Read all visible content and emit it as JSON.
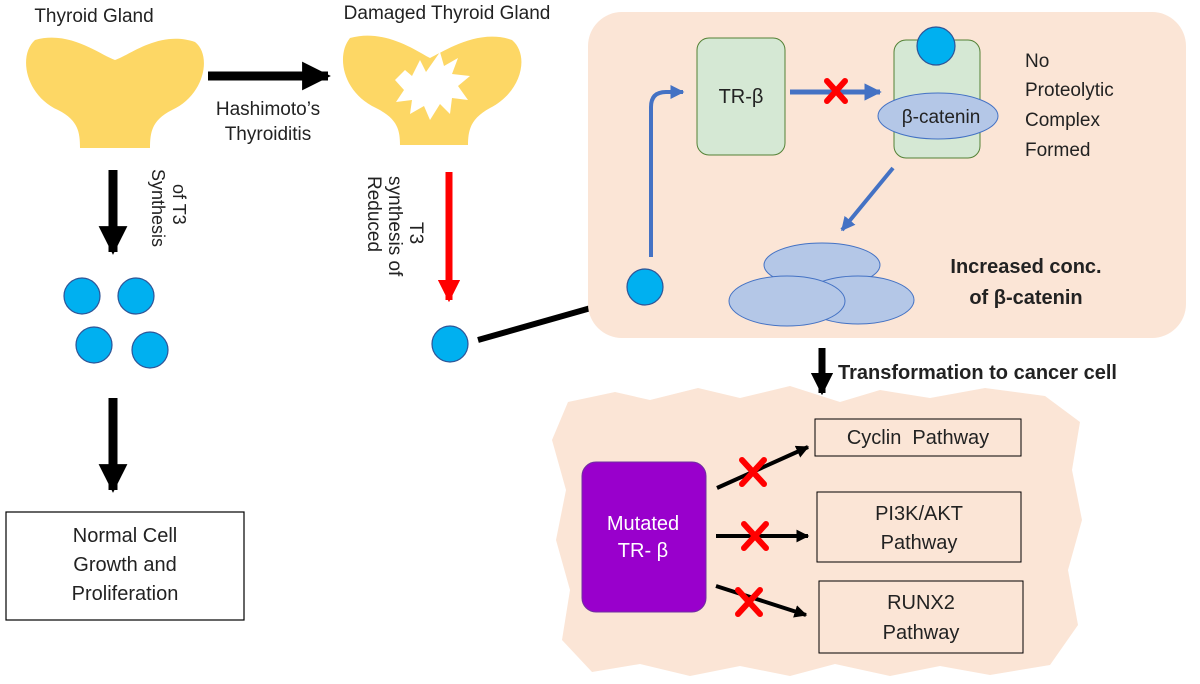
{
  "left": {
    "thyroid_title": "Thyroid Gland",
    "synthesis_line1": "Synthesis",
    "synthesis_line2": "of T3",
    "outcome_lines": [
      "Normal Cell",
      "Growth and",
      "Proliferation"
    ]
  },
  "middle": {
    "damaged_title": "Damaged Thyroid Gland",
    "hashimoto_line1": "Hashimoto’s",
    "hashimoto_line2": "Thyroiditis",
    "reduced_lines": [
      "Reduced",
      "synthesis of",
      "T3"
    ]
  },
  "top_panel": {
    "tr_beta_label": "TR-β",
    "beta_catenin_label": "β-catenin",
    "no_complex_lines": [
      "No",
      "Proteolytic",
      "Complex",
      "Formed"
    ],
    "increased_lines": [
      "Increased conc.",
      "of β-catenin"
    ]
  },
  "transformation_label": "Transformation to cancer cell",
  "cancer_cell": {
    "mutated_lines": [
      "Mutated",
      "TR- β"
    ],
    "pathways": [
      {
        "lines": [
          "Cyclin  Pathway"
        ]
      },
      {
        "lines": [
          "PI3K/AKT",
          "Pathway"
        ]
      },
      {
        "lines": [
          "RUNX2",
          "Pathway"
        ]
      }
    ]
  },
  "colors": {
    "gland": "#FDD765",
    "t3_circle": "#00B0F0",
    "panel_bg": "#FBE5D6",
    "tr_box": "#D5E8D4",
    "catenin_ellipse": "#B4C7E7",
    "blue_arrow": "#4472C4",
    "red_arrow": "#FF0000",
    "mutated": "#9900CC"
  }
}
